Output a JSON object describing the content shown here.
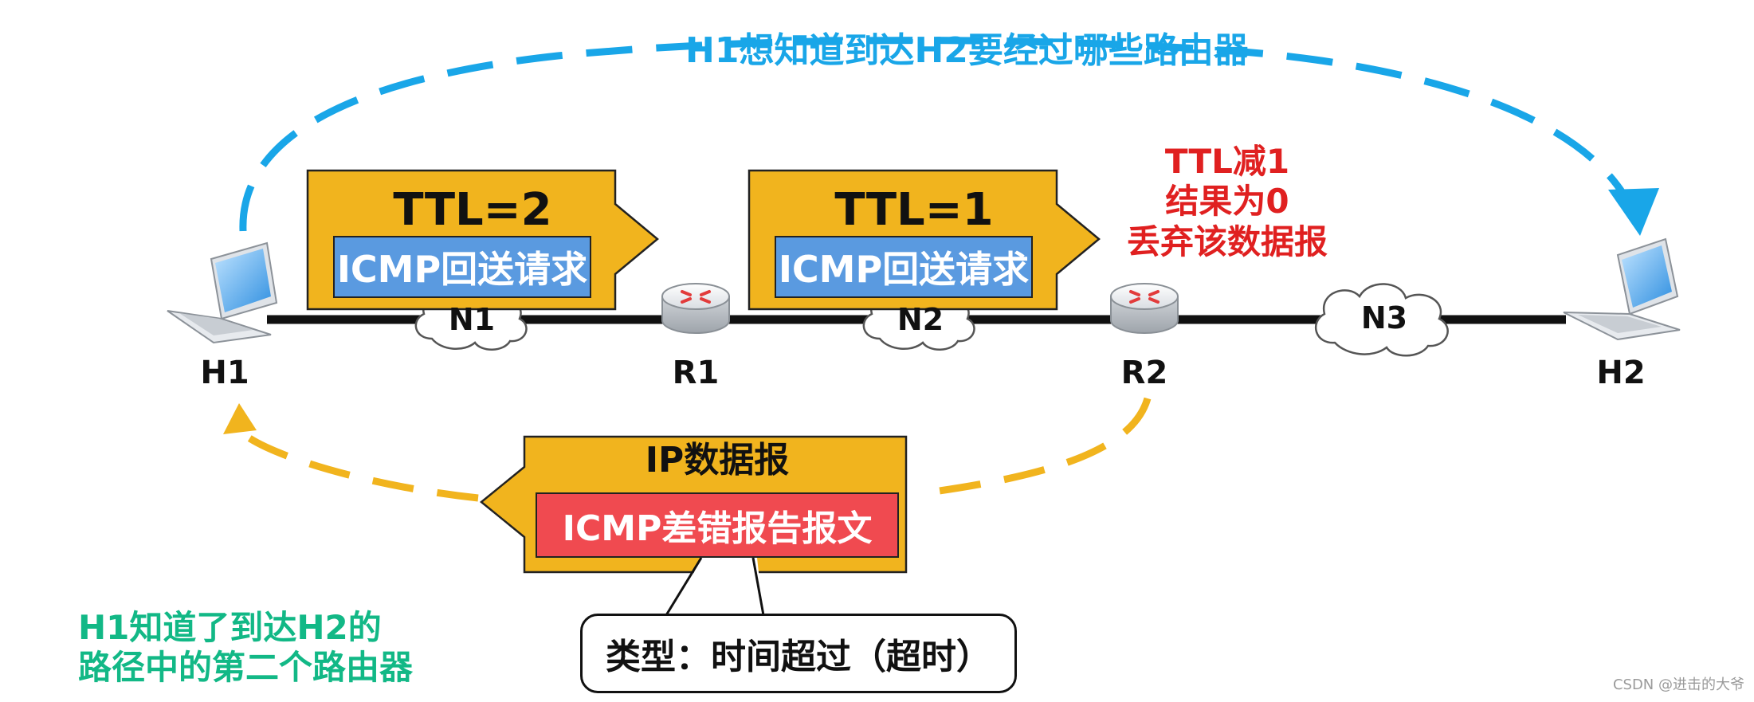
{
  "colors": {
    "blue_arrow": "#19a6e8",
    "orange_arrow": "#f1b41e",
    "packet_fill": "#f1b41e",
    "blue_box": "#5a9ae0",
    "red_box": "#f04a50",
    "red_text": "#e02020",
    "green_text": "#12b886"
  },
  "icons": {
    "host": "laptop-icon",
    "router": "router-icon",
    "network": "cloud-icon"
  },
  "top_goal": "H1想知道到达H2要经过哪些路由器",
  "nodes": {
    "h1": "H1",
    "r1": "R1",
    "r2": "R2",
    "h2": "H2"
  },
  "networks": {
    "n1": "N1",
    "n2": "N2",
    "n3": "N3"
  },
  "packet1": {
    "ttl": "TTL=2",
    "content": "ICMP回送请求"
  },
  "packet2": {
    "ttl": "TTL=1",
    "content": "ICMP回送请求"
  },
  "r2_note": {
    "line1": "TTL减1",
    "line2": "结果为0",
    "line3": "丢弃该数据报"
  },
  "return_packet": {
    "title": "IP数据报",
    "content": "ICMP差错报告报文"
  },
  "callout": "类型：时间超过（超时）",
  "conclusion": {
    "line1": "H1知道了到达H2的",
    "line2": "路径中的第二个路由器"
  },
  "watermark": "CSDN @进击的大爷"
}
